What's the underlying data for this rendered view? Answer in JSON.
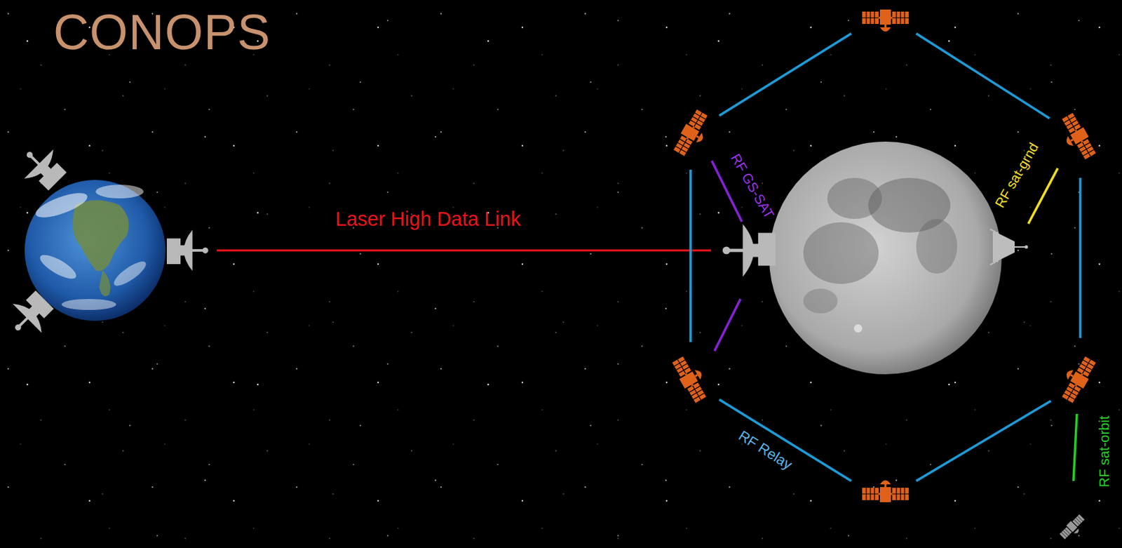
{
  "diagram": {
    "title": "CONOPS",
    "labels": [
      "Laser High Data Link",
      "RF GS-SAT",
      "RF sat-grnd",
      "RF Relay",
      "RF sat-orbit"
    ]
  }
}
